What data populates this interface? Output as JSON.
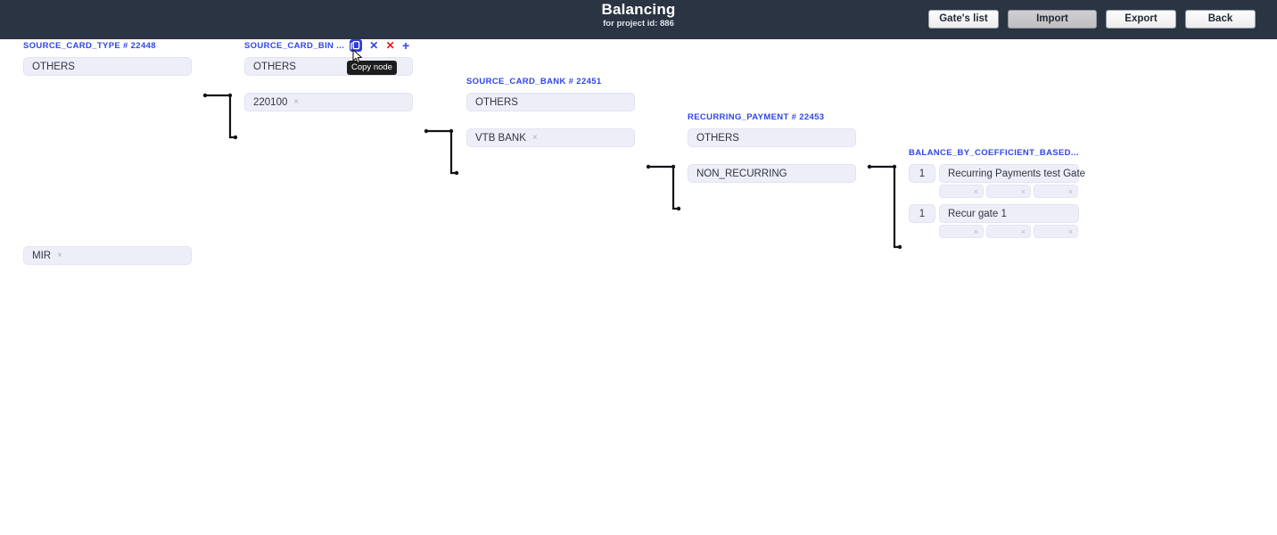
{
  "header": {
    "title": "Balancing",
    "subtitle": "for project id: 886",
    "buttons": [
      {
        "label": "Gate's list",
        "state": "normal"
      },
      {
        "label": "Import",
        "state": "active"
      },
      {
        "label": "Export",
        "state": "normal"
      },
      {
        "label": "Back",
        "state": "normal"
      }
    ]
  },
  "tooltip": {
    "text": "Copy node"
  },
  "icons": {
    "copy": "copy-node-icon",
    "close_blue": "✕",
    "close_red": "✕",
    "add": "+"
  },
  "columns": [
    {
      "header": "SOURCE_CARD_TYPE # 22448",
      "has_icons": false,
      "nodes": [
        {
          "value": "OTHERS",
          "removable": false
        },
        {
          "value": "MIR",
          "removable": true
        }
      ]
    },
    {
      "header": "SOURCE_CARD_BIN ...",
      "has_icons": true,
      "nodes": [
        {
          "value": "OTHERS",
          "removable": false
        },
        {
          "value": "220100",
          "removable": true
        }
      ]
    },
    {
      "header": "SOURCE_CARD_BANK # 22451",
      "has_icons": false,
      "nodes": [
        {
          "value": "OTHERS",
          "removable": false
        },
        {
          "value": "VTB BANK",
          "removable": true
        }
      ]
    },
    {
      "header": "RECURRING_PAYMENT # 22453",
      "has_icons": false,
      "nodes": [
        {
          "value": "OTHERS",
          "removable": false
        },
        {
          "value": "NON_RECURRING",
          "removable": false
        }
      ]
    }
  ],
  "gate_column": {
    "header": "BALANCE_BY_COEFFICIENT_BASED...",
    "rows": [
      {
        "weight": "1",
        "name": "Recurring Payments test Gate",
        "subfields": [
          {
            "value": "",
            "remove": "×"
          },
          {
            "value": "",
            "remove": "×"
          },
          {
            "value": "",
            "remove": "×"
          }
        ]
      },
      {
        "weight": "1",
        "name": "Recur gate 1",
        "subfields": [
          {
            "value": "",
            "remove": "×"
          },
          {
            "value": "",
            "remove": "×"
          },
          {
            "value": "",
            "remove": "×"
          }
        ]
      }
    ]
  },
  "colors": {
    "topbar": "#2b3442",
    "accent": "#2f46e8",
    "danger": "#e81a1a",
    "field_bg": "#edeef8",
    "canvas": "#ffffff"
  }
}
